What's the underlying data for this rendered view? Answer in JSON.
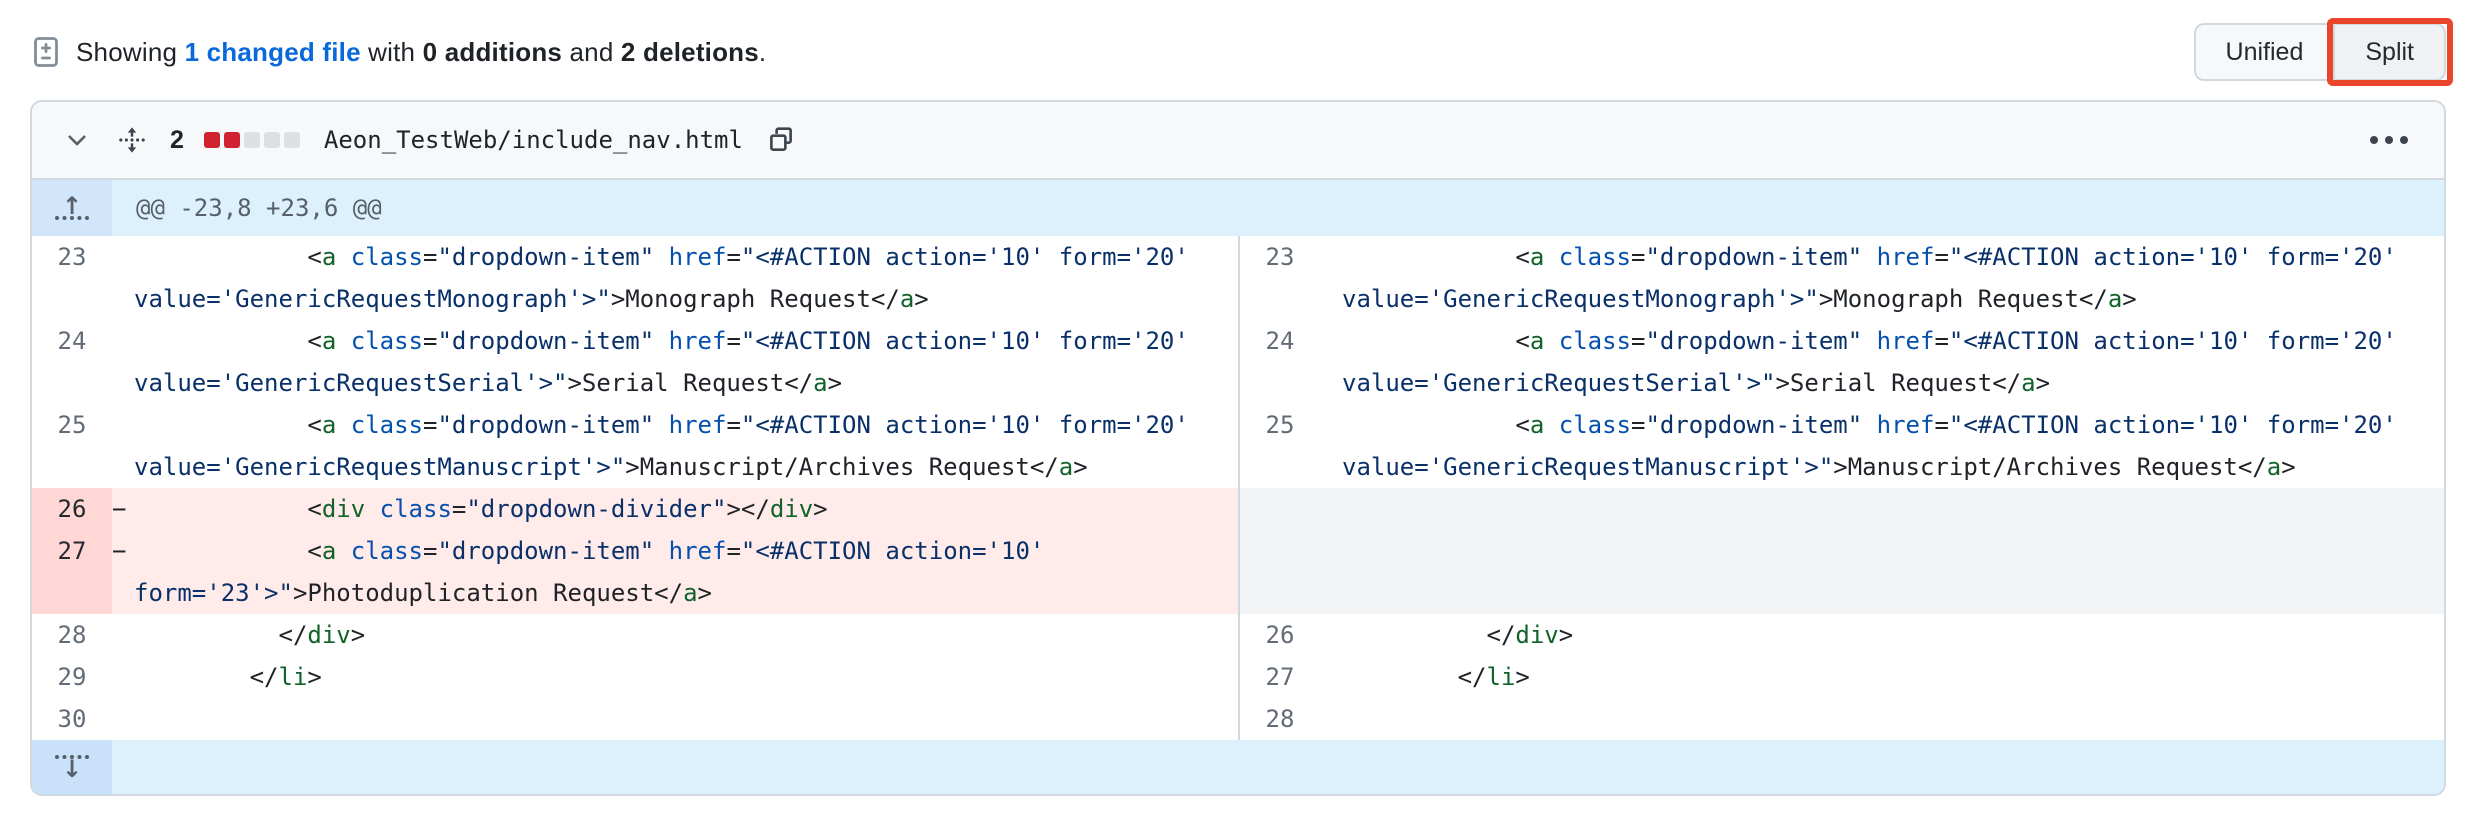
{
  "summary": {
    "showing": "Showing ",
    "changed_file_link": "1 changed file",
    "with": " with ",
    "additions": "0 additions",
    "and": " and ",
    "deletions": "2 deletions",
    "period": "."
  },
  "view_toggle": {
    "unified_label": "Unified",
    "split_label": "Split",
    "active": "Split",
    "annotation_color": "#e8452b"
  },
  "file_header": {
    "changes_count": "2",
    "diffstat_deleted_squares": 2,
    "diffstat_neutral_squares": 3,
    "filename": "Aeon_TestWeb/include_nav.html"
  },
  "hunk_header": "@@ -23,8 +23,6 @@",
  "colors": {
    "link_blue": "#0969da",
    "deletion_line_bg": "#ffebe9",
    "deletion_gutter_bg": "#ffd7d5",
    "hunk_bg": "#ddf1fd",
    "hunk_gutter_bg": "#d1e6fa",
    "tag_green": "#116329",
    "attr_blue": "#0550ae",
    "string_navy": "#0a3069",
    "diffstat_red": "#cf222e",
    "diffstat_neutral": "#dce0e5",
    "annotation_red": "#e8452b"
  },
  "diff": {
    "rows": [
      {
        "left": {
          "num": "23",
          "type": "context",
          "tokens": [
            {
              "c": "pl",
              "t": "            <"
            },
            {
              "c": "tag",
              "t": "a"
            },
            {
              "c": "pl",
              "t": " "
            },
            {
              "c": "attr",
              "t": "class"
            },
            {
              "c": "pl",
              "t": "="
            },
            {
              "c": "str",
              "t": "\"dropdown-item\""
            },
            {
              "c": "pl",
              "t": " "
            },
            {
              "c": "attr",
              "t": "href"
            },
            {
              "c": "pl",
              "t": "="
            },
            {
              "c": "str",
              "t": "\"<#ACTION action='10' form='20' value='GenericRequestMonograph'>\""
            },
            {
              "c": "pl",
              "t": ">Monograph Request</"
            },
            {
              "c": "tag",
              "t": "a"
            },
            {
              "c": "pl",
              "t": ">"
            }
          ]
        },
        "right": {
          "num": "23",
          "type": "context",
          "tokens": [
            {
              "c": "pl",
              "t": "            <"
            },
            {
              "c": "tag",
              "t": "a"
            },
            {
              "c": "pl",
              "t": " "
            },
            {
              "c": "attr",
              "t": "class"
            },
            {
              "c": "pl",
              "t": "="
            },
            {
              "c": "str",
              "t": "\"dropdown-item\""
            },
            {
              "c": "pl",
              "t": " "
            },
            {
              "c": "attr",
              "t": "href"
            },
            {
              "c": "pl",
              "t": "="
            },
            {
              "c": "str",
              "t": "\"<#ACTION action='10' form='20' value='GenericRequestMonograph'>\""
            },
            {
              "c": "pl",
              "t": ">Monograph Request</"
            },
            {
              "c": "tag",
              "t": "a"
            },
            {
              "c": "pl",
              "t": ">"
            }
          ]
        }
      },
      {
        "left": {
          "num": "24",
          "type": "context",
          "tokens": [
            {
              "c": "pl",
              "t": "            <"
            },
            {
              "c": "tag",
              "t": "a"
            },
            {
              "c": "pl",
              "t": " "
            },
            {
              "c": "attr",
              "t": "class"
            },
            {
              "c": "pl",
              "t": "="
            },
            {
              "c": "str",
              "t": "\"dropdown-item\""
            },
            {
              "c": "pl",
              "t": " "
            },
            {
              "c": "attr",
              "t": "href"
            },
            {
              "c": "pl",
              "t": "="
            },
            {
              "c": "str",
              "t": "\"<#ACTION action='10' form='20' value='GenericRequestSerial'>\""
            },
            {
              "c": "pl",
              "t": ">Serial Request</"
            },
            {
              "c": "tag",
              "t": "a"
            },
            {
              "c": "pl",
              "t": ">"
            }
          ]
        },
        "right": {
          "num": "24",
          "type": "context",
          "tokens": [
            {
              "c": "pl",
              "t": "            <"
            },
            {
              "c": "tag",
              "t": "a"
            },
            {
              "c": "pl",
              "t": " "
            },
            {
              "c": "attr",
              "t": "class"
            },
            {
              "c": "pl",
              "t": "="
            },
            {
              "c": "str",
              "t": "\"dropdown-item\""
            },
            {
              "c": "pl",
              "t": " "
            },
            {
              "c": "attr",
              "t": "href"
            },
            {
              "c": "pl",
              "t": "="
            },
            {
              "c": "str",
              "t": "\"<#ACTION action='10' form='20' value='GenericRequestSerial'>\""
            },
            {
              "c": "pl",
              "t": ">Serial Request</"
            },
            {
              "c": "tag",
              "t": "a"
            },
            {
              "c": "pl",
              "t": ">"
            }
          ]
        }
      },
      {
        "left": {
          "num": "25",
          "type": "context",
          "tokens": [
            {
              "c": "pl",
              "t": "            <"
            },
            {
              "c": "tag",
              "t": "a"
            },
            {
              "c": "pl",
              "t": " "
            },
            {
              "c": "attr",
              "t": "class"
            },
            {
              "c": "pl",
              "t": "="
            },
            {
              "c": "str",
              "t": "\"dropdown-item\""
            },
            {
              "c": "pl",
              "t": " "
            },
            {
              "c": "attr",
              "t": "href"
            },
            {
              "c": "pl",
              "t": "="
            },
            {
              "c": "str",
              "t": "\"<#ACTION action='10' form='20' value='GenericRequestManuscript'>\""
            },
            {
              "c": "pl",
              "t": ">Manuscript/Archives Request</"
            },
            {
              "c": "tag",
              "t": "a"
            },
            {
              "c": "pl",
              "t": ">"
            }
          ]
        },
        "right": {
          "num": "25",
          "type": "context",
          "tokens": [
            {
              "c": "pl",
              "t": "            <"
            },
            {
              "c": "tag",
              "t": "a"
            },
            {
              "c": "pl",
              "t": " "
            },
            {
              "c": "attr",
              "t": "class"
            },
            {
              "c": "pl",
              "t": "="
            },
            {
              "c": "str",
              "t": "\"dropdown-item\""
            },
            {
              "c": "pl",
              "t": " "
            },
            {
              "c": "attr",
              "t": "href"
            },
            {
              "c": "pl",
              "t": "="
            },
            {
              "c": "str",
              "t": "\"<#ACTION action='10' form='20' value='GenericRequestManuscript'>\""
            },
            {
              "c": "pl",
              "t": ">Manuscript/Archives Request</"
            },
            {
              "c": "tag",
              "t": "a"
            },
            {
              "c": "pl",
              "t": ">"
            }
          ]
        }
      },
      {
        "left": {
          "num": "26",
          "type": "del",
          "tokens": [
            {
              "c": "pl",
              "t": "            <"
            },
            {
              "c": "tag",
              "t": "div"
            },
            {
              "c": "pl",
              "t": " "
            },
            {
              "c": "attr",
              "t": "class"
            },
            {
              "c": "pl",
              "t": "="
            },
            {
              "c": "str",
              "t": "\"dropdown-divider\""
            },
            {
              "c": "pl",
              "t": "></"
            },
            {
              "c": "tag",
              "t": "div"
            },
            {
              "c": "pl",
              "t": ">"
            }
          ]
        },
        "right": {
          "type": "spacer"
        }
      },
      {
        "left": {
          "num": "27",
          "type": "del",
          "tokens": [
            {
              "c": "pl",
              "t": "            <"
            },
            {
              "c": "tag",
              "t": "a"
            },
            {
              "c": "pl",
              "t": " "
            },
            {
              "c": "attr",
              "t": "class"
            },
            {
              "c": "pl",
              "t": "="
            },
            {
              "c": "str",
              "t": "\"dropdown-item\""
            },
            {
              "c": "pl",
              "t": " "
            },
            {
              "c": "attr",
              "t": "href"
            },
            {
              "c": "pl",
              "t": "="
            },
            {
              "c": "str",
              "t": "\"<#ACTION action='10' form='23'>\""
            },
            {
              "c": "pl",
              "t": ">Photoduplication Request</"
            },
            {
              "c": "tag",
              "t": "a"
            },
            {
              "c": "pl",
              "t": ">"
            }
          ]
        },
        "right": {
          "type": "spacer"
        }
      },
      {
        "left": {
          "num": "28",
          "type": "context",
          "tokens": [
            {
              "c": "pl",
              "t": "          </"
            },
            {
              "c": "tag",
              "t": "div"
            },
            {
              "c": "pl",
              "t": ">"
            }
          ]
        },
        "right": {
          "num": "26",
          "type": "context",
          "tokens": [
            {
              "c": "pl",
              "t": "          </"
            },
            {
              "c": "tag",
              "t": "div"
            },
            {
              "c": "pl",
              "t": ">"
            }
          ]
        }
      },
      {
        "left": {
          "num": "29",
          "type": "context",
          "tokens": [
            {
              "c": "pl",
              "t": "        </"
            },
            {
              "c": "tag",
              "t": "li"
            },
            {
              "c": "pl",
              "t": ">"
            }
          ]
        },
        "right": {
          "num": "27",
          "type": "context",
          "tokens": [
            {
              "c": "pl",
              "t": "        </"
            },
            {
              "c": "tag",
              "t": "li"
            },
            {
              "c": "pl",
              "t": ">"
            }
          ]
        }
      },
      {
        "left": {
          "num": "30",
          "type": "context",
          "tokens": []
        },
        "right": {
          "num": "28",
          "type": "context",
          "tokens": []
        }
      }
    ]
  }
}
